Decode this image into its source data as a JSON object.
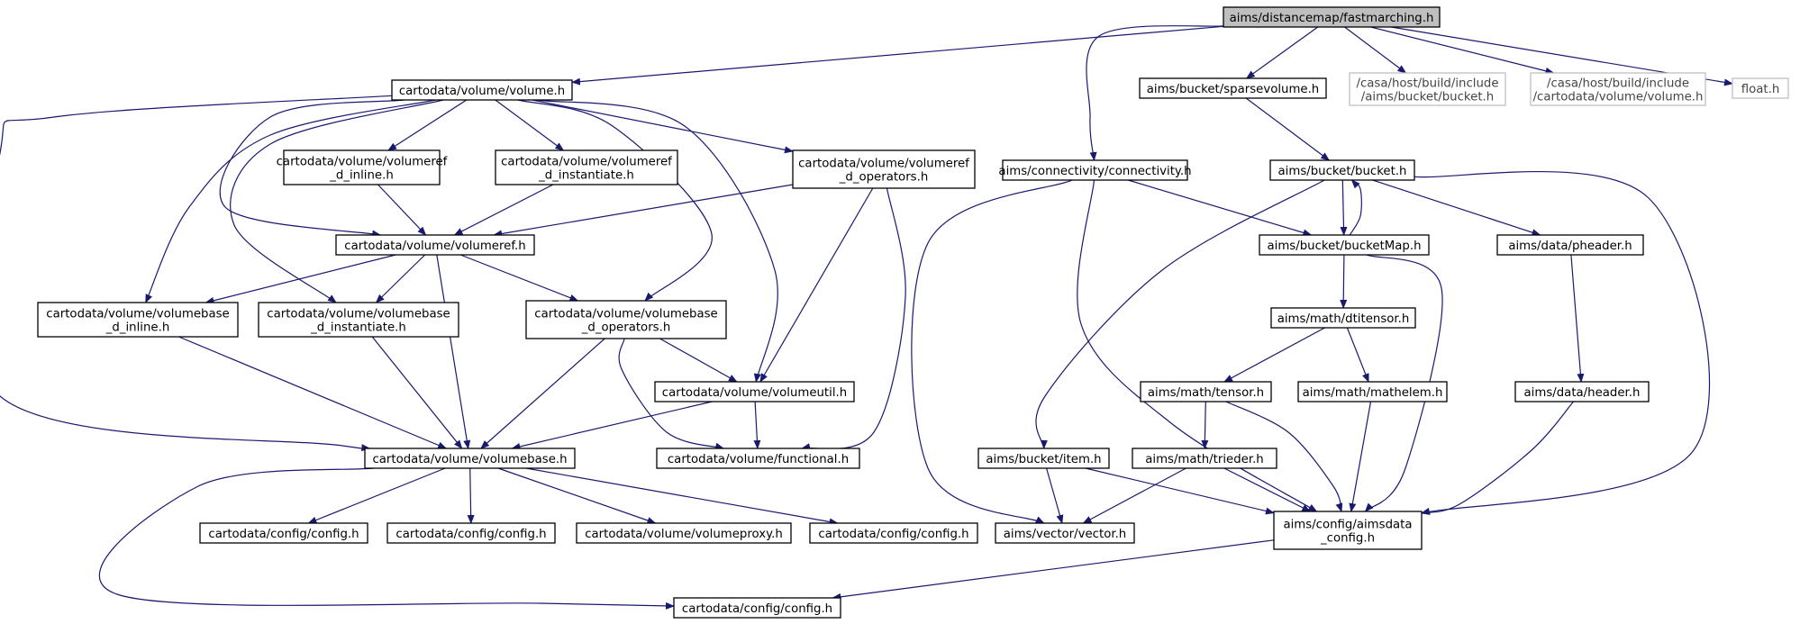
{
  "graph": {
    "nodes": [
      {
        "id": "fastmarching",
        "label": [
          "aims/distancemap/fastmarching.h"
        ],
        "kind": "root"
      },
      {
        "id": "volume_h",
        "label": [
          "cartodata/volume/volume.h"
        ]
      },
      {
        "id": "sparsevolume",
        "label": [
          "aims/bucket/sparsevolume.h"
        ]
      },
      {
        "id": "ext_bucket",
        "label": [
          "/casa/host/build/include",
          "/aims/bucket/bucket.h"
        ],
        "kind": "external"
      },
      {
        "id": "ext_volume",
        "label": [
          "/casa/host/build/include",
          "/cartodata/volume/volume.h"
        ],
        "kind": "external"
      },
      {
        "id": "float_h",
        "label": [
          "float.h"
        ],
        "kind": "external"
      },
      {
        "id": "vref_inline",
        "label": [
          "cartodata/volume/volumeref",
          "_d_inline.h"
        ]
      },
      {
        "id": "vref_inst",
        "label": [
          "cartodata/volume/volumeref",
          "_d_instantiate.h"
        ]
      },
      {
        "id": "vref_ops",
        "label": [
          "cartodata/volume/volumeref",
          "_d_operators.h"
        ]
      },
      {
        "id": "connectivity",
        "label": [
          "aims/connectivity/connectivity.h"
        ]
      },
      {
        "id": "bucket_h",
        "label": [
          "aims/bucket/bucket.h"
        ]
      },
      {
        "id": "volumeref",
        "label": [
          "cartodata/volume/volumeref.h"
        ]
      },
      {
        "id": "bucketmap",
        "label": [
          "aims/bucket/bucketMap.h"
        ]
      },
      {
        "id": "pheader",
        "label": [
          "aims/data/pheader.h"
        ]
      },
      {
        "id": "vbase_inline",
        "label": [
          "cartodata/volume/volumebase",
          "_d_inline.h"
        ]
      },
      {
        "id": "vbase_inst",
        "label": [
          "cartodata/volume/volumebase",
          "_d_instantiate.h"
        ]
      },
      {
        "id": "vbase_ops",
        "label": [
          "cartodata/volume/volumebase",
          "_d_operators.h"
        ]
      },
      {
        "id": "dtitensor",
        "label": [
          "aims/math/dtitensor.h"
        ]
      },
      {
        "id": "volumeutil",
        "label": [
          "cartodata/volume/volumeutil.h"
        ]
      },
      {
        "id": "tensor",
        "label": [
          "aims/math/tensor.h"
        ]
      },
      {
        "id": "mathelem",
        "label": [
          "aims/math/mathelem.h"
        ]
      },
      {
        "id": "header",
        "label": [
          "aims/data/header.h"
        ]
      },
      {
        "id": "volumebase",
        "label": [
          "cartodata/volume/volumebase.h"
        ]
      },
      {
        "id": "functional",
        "label": [
          "cartodata/volume/functional.h"
        ]
      },
      {
        "id": "item",
        "label": [
          "aims/bucket/item.h"
        ]
      },
      {
        "id": "trieder",
        "label": [
          "aims/math/trieder.h"
        ]
      },
      {
        "id": "config1",
        "label": [
          "cartodata/config/config.h"
        ]
      },
      {
        "id": "config2",
        "label": [
          "cartodata/config/config.h"
        ]
      },
      {
        "id": "volumeproxy",
        "label": [
          "cartodata/volume/volumeproxy.h"
        ]
      },
      {
        "id": "config3",
        "label": [
          "cartodata/config/config.h"
        ]
      },
      {
        "id": "vector",
        "label": [
          "aims/vector/vector.h"
        ]
      },
      {
        "id": "aimsdata_config",
        "label": [
          "aims/config/aimsdata",
          "_config.h"
        ]
      },
      {
        "id": "config_bottom",
        "label": [
          "cartodata/config/config.h"
        ]
      }
    ],
    "edges": [
      [
        "fastmarching",
        "volume_h"
      ],
      [
        "fastmarching",
        "sparsevolume"
      ],
      [
        "fastmarching",
        "ext_bucket"
      ],
      [
        "fastmarching",
        "ext_volume"
      ],
      [
        "fastmarching",
        "float_h"
      ],
      [
        "fastmarching",
        "connectivity"
      ],
      [
        "volume_h",
        "vref_inline"
      ],
      [
        "volume_h",
        "vref_inst"
      ],
      [
        "volume_h",
        "vref_ops"
      ],
      [
        "volume_h",
        "volumeref"
      ],
      [
        "volume_h",
        "vbase_inline"
      ],
      [
        "volume_h",
        "vbase_inst"
      ],
      [
        "volume_h",
        "vbase_ops"
      ],
      [
        "volume_h",
        "volumeutil"
      ],
      [
        "volume_h",
        "volumebase"
      ],
      [
        "vref_inline",
        "volumeref"
      ],
      [
        "vref_inst",
        "volumeref"
      ],
      [
        "vref_ops",
        "volumeref"
      ],
      [
        "vref_ops",
        "volumeutil"
      ],
      [
        "vref_ops",
        "functional"
      ],
      [
        "volumeref",
        "vbase_inline"
      ],
      [
        "volumeref",
        "vbase_inst"
      ],
      [
        "volumeref",
        "vbase_ops"
      ],
      [
        "volumeref",
        "volumebase"
      ],
      [
        "vbase_inline",
        "volumebase"
      ],
      [
        "vbase_inst",
        "volumebase"
      ],
      [
        "vbase_ops",
        "volumebase"
      ],
      [
        "vbase_ops",
        "volumeutil"
      ],
      [
        "vbase_ops",
        "functional"
      ],
      [
        "volumeutil",
        "volumebase"
      ],
      [
        "volumeutil",
        "functional"
      ],
      [
        "volumebase",
        "config1"
      ],
      [
        "volumebase",
        "config2"
      ],
      [
        "volumebase",
        "volumeproxy"
      ],
      [
        "volumebase",
        "config3"
      ],
      [
        "volumebase",
        "config_bottom"
      ],
      [
        "sparsevolume",
        "bucket_h"
      ],
      [
        "connectivity",
        "bucketmap"
      ],
      [
        "connectivity",
        "vector"
      ],
      [
        "connectivity",
        "aimsdata_config"
      ],
      [
        "bucket_h",
        "bucketmap"
      ],
      [
        "bucket_h",
        "pheader"
      ],
      [
        "bucket_h",
        "item"
      ],
      [
        "bucket_h",
        "aimsdata_config"
      ],
      [
        "bucketmap",
        "bucket_h"
      ],
      [
        "bucketmap",
        "dtitensor"
      ],
      [
        "bucketmap",
        "aimsdata_config"
      ],
      [
        "pheader",
        "header"
      ],
      [
        "dtitensor",
        "tensor"
      ],
      [
        "dtitensor",
        "mathelem"
      ],
      [
        "tensor",
        "trieder"
      ],
      [
        "tensor",
        "aimsdata_config"
      ],
      [
        "mathelem",
        "aimsdata_config"
      ],
      [
        "header",
        "aimsdata_config"
      ],
      [
        "trieder",
        "vector"
      ],
      [
        "trieder",
        "aimsdata_config"
      ],
      [
        "item",
        "vector"
      ],
      [
        "item",
        "aimsdata_config"
      ],
      [
        "aimsdata_config",
        "config_bottom"
      ]
    ]
  }
}
